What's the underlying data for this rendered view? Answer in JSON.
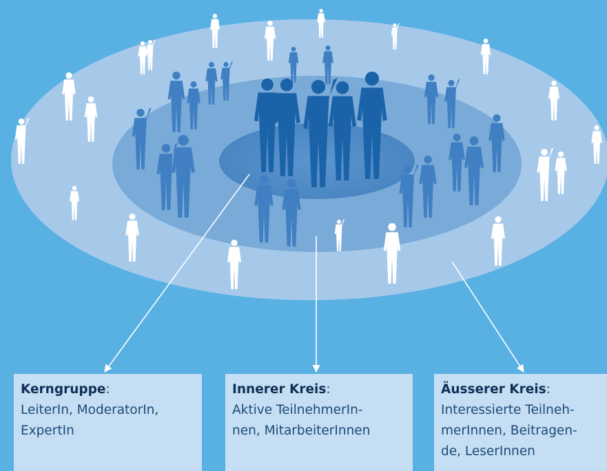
{
  "colors": {
    "background": "#58b0e3",
    "outer_ring": "#a6c9ea",
    "middle_ring": "#7aaad8",
    "core_ring": "#4c88c4",
    "core_people": "#1b63a8",
    "inner_people": "#3f7fc2",
    "outer_people": "#ffffff",
    "box_fill": "#c5def3",
    "box_text": "#1d4a78"
  },
  "boxes": [
    {
      "title": "Kerngruppe",
      "title_suffix": ":",
      "lines": [
        "LeiterIn, ModeratorIn,",
        "ExpertIn"
      ]
    },
    {
      "title": "Innerer Kreis",
      "title_suffix": ":",
      "lines": [
        "Aktive TeilnehmerIn-",
        "nen, MitarbeiterInnen"
      ]
    },
    {
      "title": "Äusserer Kreis",
      "title_suffix": ":",
      "lines": [
        "Interessierte Teilneh-",
        "merInnen, Beitragen-",
        "de, LeserInnen"
      ]
    }
  ]
}
